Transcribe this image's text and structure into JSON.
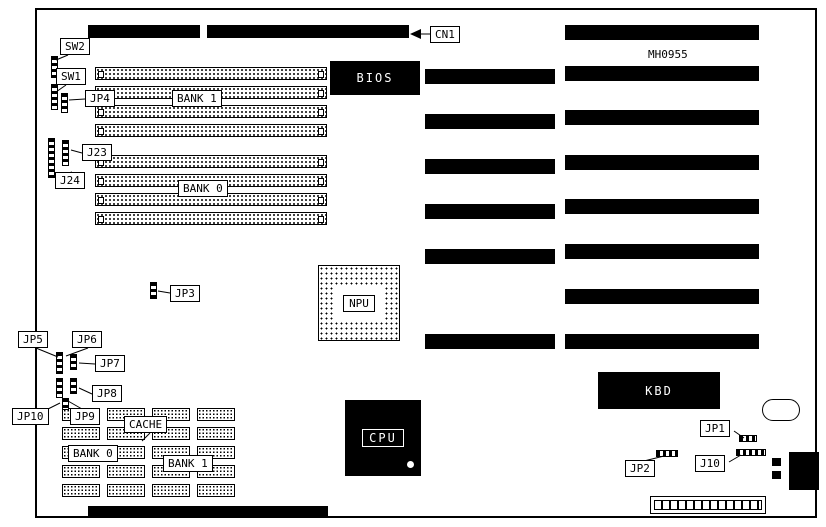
{
  "diagram": {
    "part_number": "MH0955",
    "labels": {
      "cn1": "CN1",
      "sw2": "SW2",
      "sw1": "SW1",
      "jp4": "JP4",
      "bank1": "BANK 1",
      "j23": "J23",
      "j24": "J24",
      "bank0": "BANK 0",
      "jp3": "JP3",
      "bios": "BIOS",
      "npu": "NPU",
      "cpu": "CPU",
      "kbd": "KBD",
      "jp5": "JP5",
      "jp6": "JP6",
      "jp7": "JP7",
      "jp8": "JP8",
      "jp9": "JP9",
      "jp10": "JP10",
      "cache": "CACHE",
      "cache_bank0": "BANK 0",
      "cache_bank1": "BANK 1",
      "jp1": "JP1",
      "jp2": "JP2",
      "j10": "J10"
    }
  }
}
